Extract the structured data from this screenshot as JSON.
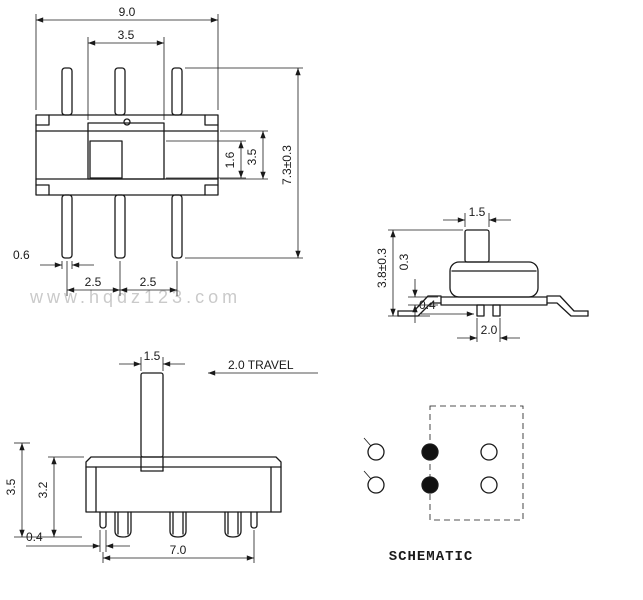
{
  "watermark": "www.hqdz123.com",
  "colors": {
    "ink": "#1a1a1a",
    "watermark_gray": "#cacaca"
  },
  "top_view": {
    "overall_width": "9.0",
    "slider_width": "3.5",
    "slot_width": "1.6",
    "slot_length": "3.5",
    "overall_length": "7.3±0.3",
    "pin_width": "0.6",
    "pin_pitch_1": "2.5",
    "pin_pitch_2": "2.5"
  },
  "side_view": {
    "knob_width": "1.5",
    "overall_height": "3.8±0.3",
    "base_thickness": "0.3",
    "pin_width": "0.4",
    "pin_span": "2.0"
  },
  "front_view": {
    "knob_width": "1.5",
    "travel": "2.0 TRAVEL",
    "overall_height": "3.5",
    "body_height": "3.2",
    "pin_width": "0.4",
    "pin_span": "7.0"
  },
  "schematic": {
    "title": "SCHEMATIC"
  }
}
